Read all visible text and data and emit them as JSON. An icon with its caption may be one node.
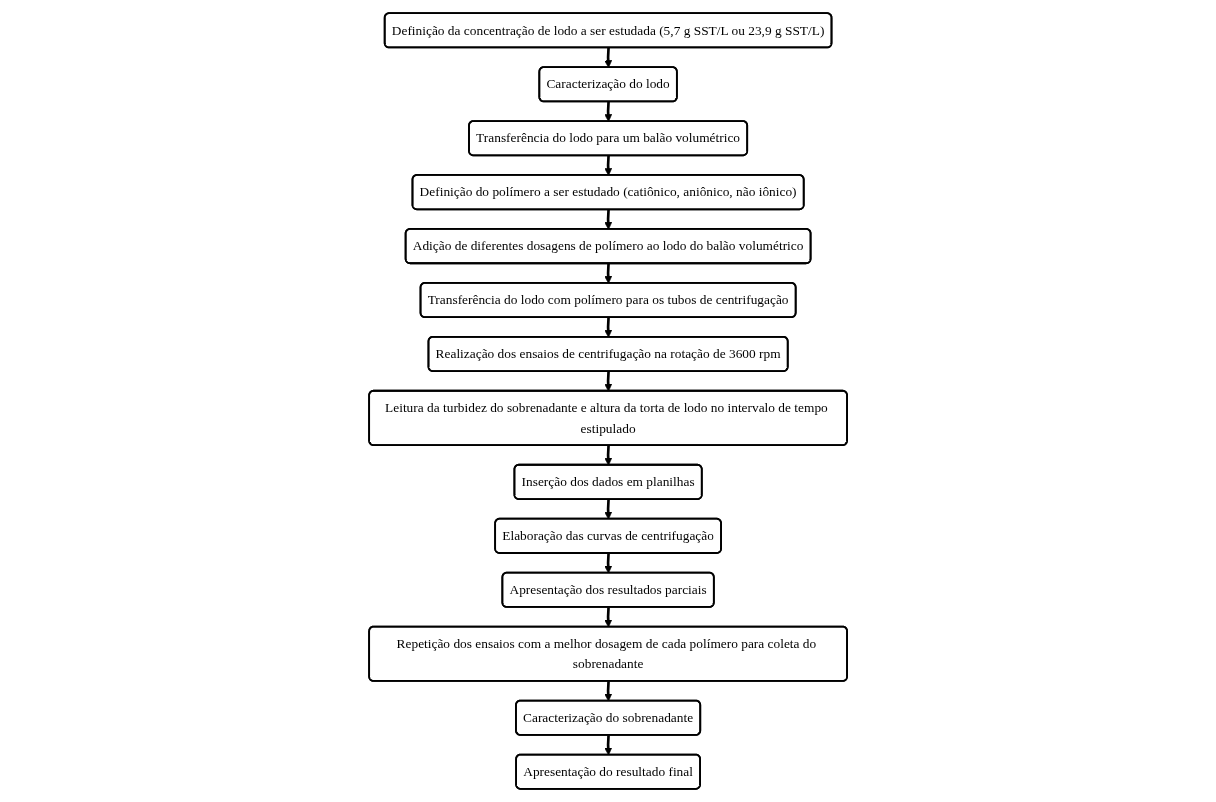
{
  "diagram": {
    "nodes": [
      {
        "text": [
          "Definição da concentração de lodo a ser estudada (5,7 g SST/L ou 23,9 g SST/L)"
        ]
      },
      {
        "text": [
          "Caracterização do lodo"
        ]
      },
      {
        "text": [
          "Transferência do lodo para um balão volumétrico"
        ]
      },
      {
        "text": [
          "Definição do polímero a ser estudado (catiônico, aniônico, não iônico)"
        ]
      },
      {
        "text": [
          "Adição de diferentes dosagens de polímero ao lodo do balão volumétrico"
        ]
      },
      {
        "text": [
          "Transferência do lodo com polímero para os tubos de centrifugação"
        ]
      },
      {
        "text": [
          "Realização dos ensaios de centrifugação na rotação de 3600 rpm"
        ]
      },
      {
        "text": [
          "Leitura da turbidez do sobrenadante e altura da torta de lodo no intervalo de tempo estipulado"
        ]
      },
      {
        "text": [
          "Inserção dos dados em planilhas"
        ]
      },
      {
        "text": [
          "Elaboração das curvas de centrifugação"
        ]
      },
      {
        "text": [
          "Apresentação dos resultados parciais"
        ]
      },
      {
        "text": [
          "Repetição dos ensaios com a melhor dosagem de cada polímero para coleta do sobrenadante"
        ]
      },
      {
        "text": [
          "Caracterização do sobrenadante"
        ]
      },
      {
        "text": [
          "Apresentação do resultado final"
        ]
      }
    ],
    "edges": [
      {
        "from": 0,
        "to": 1,
        "arrow": "to"
      },
      {
        "from": 1,
        "to": 2,
        "arrow": "to"
      },
      {
        "from": 2,
        "to": 3,
        "arrow": "to"
      },
      {
        "from": 3,
        "to": 4,
        "arrow": "to"
      },
      {
        "from": 4,
        "to": 5,
        "arrow": "to"
      },
      {
        "from": 5,
        "to": 6,
        "arrow": "to"
      },
      {
        "from": 6,
        "to": 7,
        "arrow": "to"
      },
      {
        "from": 7,
        "to": 8,
        "arrow": "to"
      },
      {
        "from": 8,
        "to": 9,
        "arrow": "to"
      },
      {
        "from": 9,
        "to": 10,
        "arrow": "to"
      },
      {
        "from": 10,
        "to": 11,
        "arrow": "to"
      },
      {
        "from": 11,
        "to": 12,
        "arrow": "to"
      },
      {
        "from": 12,
        "to": 13,
        "arrow": "to"
      }
    ]
  }
}
